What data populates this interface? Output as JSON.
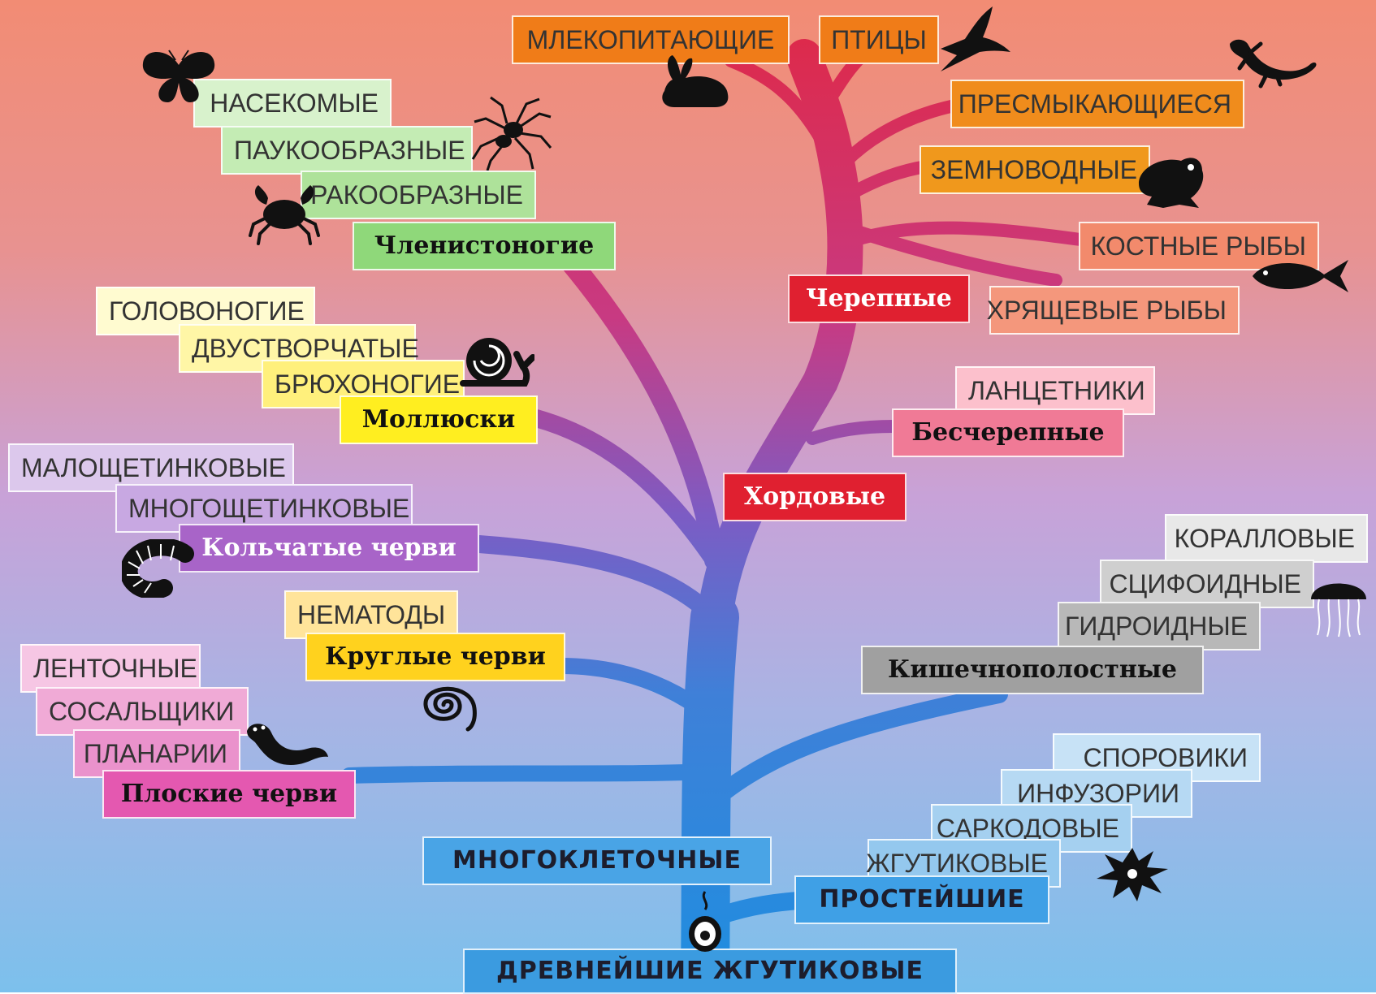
{
  "colors": {
    "trunk": "#3f93da",
    "chordata_branch": "#e02844",
    "mammal": "#f07c18",
    "fish": "#f08a6c",
    "arthropod": "#8fd87a",
    "mollusc": "#ffee20",
    "annelid": "#a864c8",
    "roundworm": "#ffd21e",
    "flatworm": "#e660b8",
    "cnidaria": "#a8a8a8",
    "protozoa": "#5aaee8"
  },
  "root": "ДРЕВНЕЙШИЕ ЖГУТИКОВЫЕ",
  "multicellular": "МНОГОКЛЕТОЧНЫЕ",
  "protozoa": {
    "title": "ПРОСТЕЙШИЕ",
    "items": [
      "ЖГУТИКОВЫЕ",
      "САРКОДОВЫЕ",
      "ИНФУЗОРИИ",
      "СПОРОВИКИ"
    ],
    "icon": "amoeba-icon"
  },
  "cnidaria": {
    "title": "Кишечнополостные",
    "items": [
      "ГИДРОИДНЫЕ",
      "СЦИФОИДНЫЕ",
      "КОРАЛЛОВЫЕ"
    ],
    "icon": "jellyfish-icon"
  },
  "flatworms": {
    "title": "Плоские черви",
    "items": [
      "ПЛАНАРИИ",
      "СОСАЛЬЩИКИ",
      "ЛЕНТОЧНЫЕ"
    ],
    "icon": "flatworm-icon"
  },
  "roundworms": {
    "title": "Круглые черви",
    "items": [
      "НЕМАТОДЫ"
    ],
    "icon": "roundworm-icon"
  },
  "annelids": {
    "title": "Кольчатые черви",
    "items": [
      "МНОГОЩЕТИНКОВЫЕ",
      "МАЛОЩЕТИНКОВЫЕ"
    ],
    "icon": "annelid-icon"
  },
  "molluscs": {
    "title": "Моллюски",
    "items": [
      "БРЮХОНОГИЕ",
      "ДВУСТВОРЧАТЫЕ",
      "ГОЛОВОНОГИЕ"
    ],
    "icon": "snail-icon"
  },
  "arthropods": {
    "title": "Членистоногие",
    "items": [
      "РАКООБРАЗНЫЕ",
      "ПАУКООБРАЗНЫЕ",
      "НАСЕКОМЫЕ"
    ],
    "icons": [
      "crab-icon",
      "spider-icon",
      "butterfly-icon"
    ]
  },
  "chordata": {
    "title": "Хордовые",
    "acrania": {
      "title": "Бесчерепные",
      "items": [
        "ЛАНЦЕТНИКИ"
      ]
    },
    "craniata": {
      "title": "Черепные",
      "items": [
        "ХРЯЩЕВЫЕ РЫБЫ",
        "КОСТНЫЕ РЫБЫ",
        "ЗЕМНОВОДНЫЕ",
        "ПРЕСМЫКАЮЩИЕСЯ",
        "ПТИЦЫ",
        "МЛЕКОПИТАЮЩИЕ"
      ],
      "icons": [
        "fish-icon",
        "frog-icon",
        "lizard-icon",
        "swallow-icon",
        "rabbit-icon"
      ]
    }
  }
}
